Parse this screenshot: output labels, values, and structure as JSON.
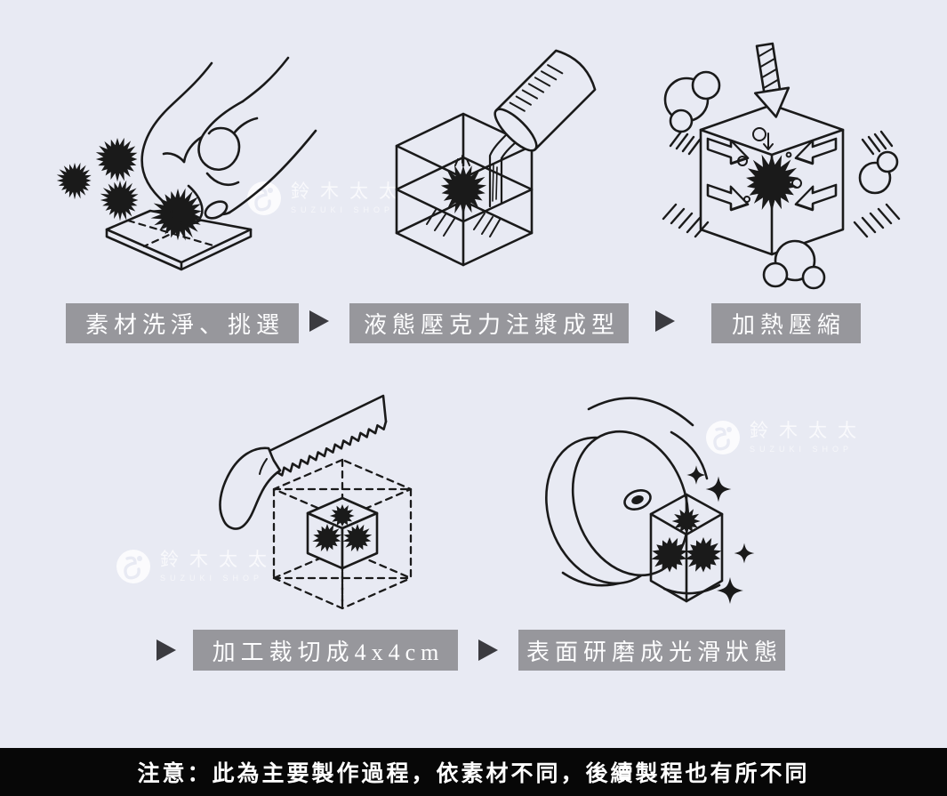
{
  "brand": {
    "name": "鈴木太太",
    "sub": "SUZUKI SHOP"
  },
  "steps": [
    {
      "label": "素材洗淨、挑選"
    },
    {
      "label": "液態壓克力注漿成型"
    },
    {
      "label": "加熱壓縮"
    },
    {
      "label": "加工裁切成4x4cm"
    },
    {
      "label": "表面研磨成光滑狀態"
    }
  ],
  "note": "注意：此為主要製作過程，依素材不同，後續製程也有所不同",
  "colors": {
    "background": "#e8eaf3",
    "line_art": "#1a1a1a",
    "label_background": "#97979c",
    "label_text": "#fdfdfe",
    "arrow": "#3b3b40",
    "note_background": "#070707",
    "note_text": "#ffffff",
    "watermark": "rgba(255,255,255,0.7)"
  }
}
